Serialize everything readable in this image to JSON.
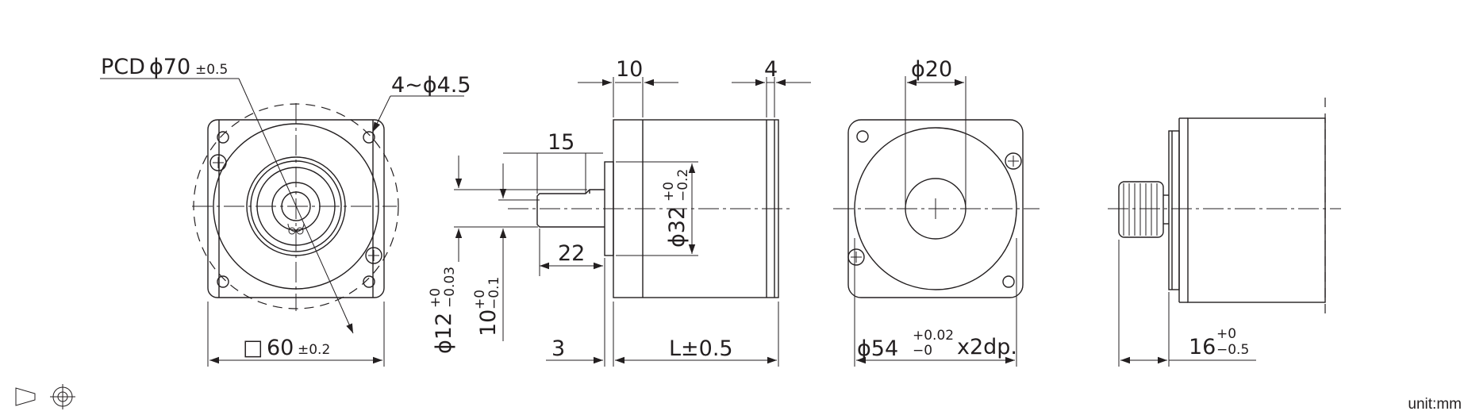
{
  "dimensions": {
    "pcd": "PCD",
    "pcd_value": "ϕ70",
    "pcd_tol": "±0.5",
    "holes": "4~ϕ4.5",
    "square_symbol": "□",
    "square": "60",
    "square_tol": "±0.2",
    "shaft_len_10": "10",
    "flange_4": "4",
    "step_15": "15",
    "step_22": "22",
    "pilot_dia": "ϕ32",
    "pilot_tol_upper": "+0",
    "pilot_tol_lower": "−0.2",
    "shaft_dia": "ϕ12",
    "shaft_tol_upper": "+0",
    "shaft_tol_lower": "−0.03",
    "flat": "10",
    "flat_tol_upper": "+0",
    "flat_tol_lower": "−0.1",
    "pilot_3": "3",
    "body_len": "L±0.5",
    "rear_boss": "ϕ20",
    "rear_dia": "ϕ54",
    "rear_tol_upper": "+0.02",
    "rear_tol_lower": "−0",
    "rear_suffix": "x2dp.",
    "gear_len": "16",
    "gear_tol_upper": "+0",
    "gear_tol_lower": "−0.5"
  },
  "footer": {
    "unit": "unit:mm"
  },
  "icons": [
    "third-angle-projection-icon"
  ]
}
